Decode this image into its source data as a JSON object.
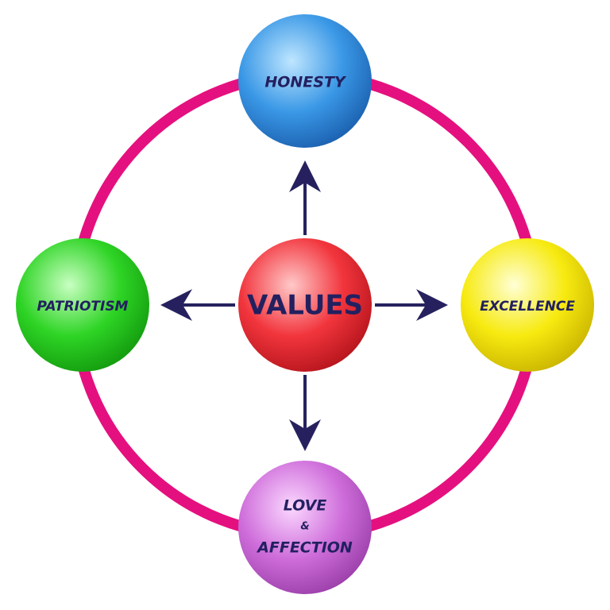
{
  "diagram": {
    "ring_color": "#e5107f",
    "arrow_color": "#26215e",
    "center": {
      "label": "VALUES",
      "color": "#e8202a"
    },
    "nodes": {
      "top": {
        "label": "HONESTY",
        "color": "#2a86d8"
      },
      "right": {
        "label": "EXCELLENCE",
        "color": "#f4e100"
      },
      "bottom": {
        "line1": "LOVE",
        "line2": "&",
        "line3": "AFFECTION",
        "color": "#c45cd0"
      },
      "left": {
        "label": "PATRIOTISM",
        "color": "#22c41c"
      }
    }
  }
}
